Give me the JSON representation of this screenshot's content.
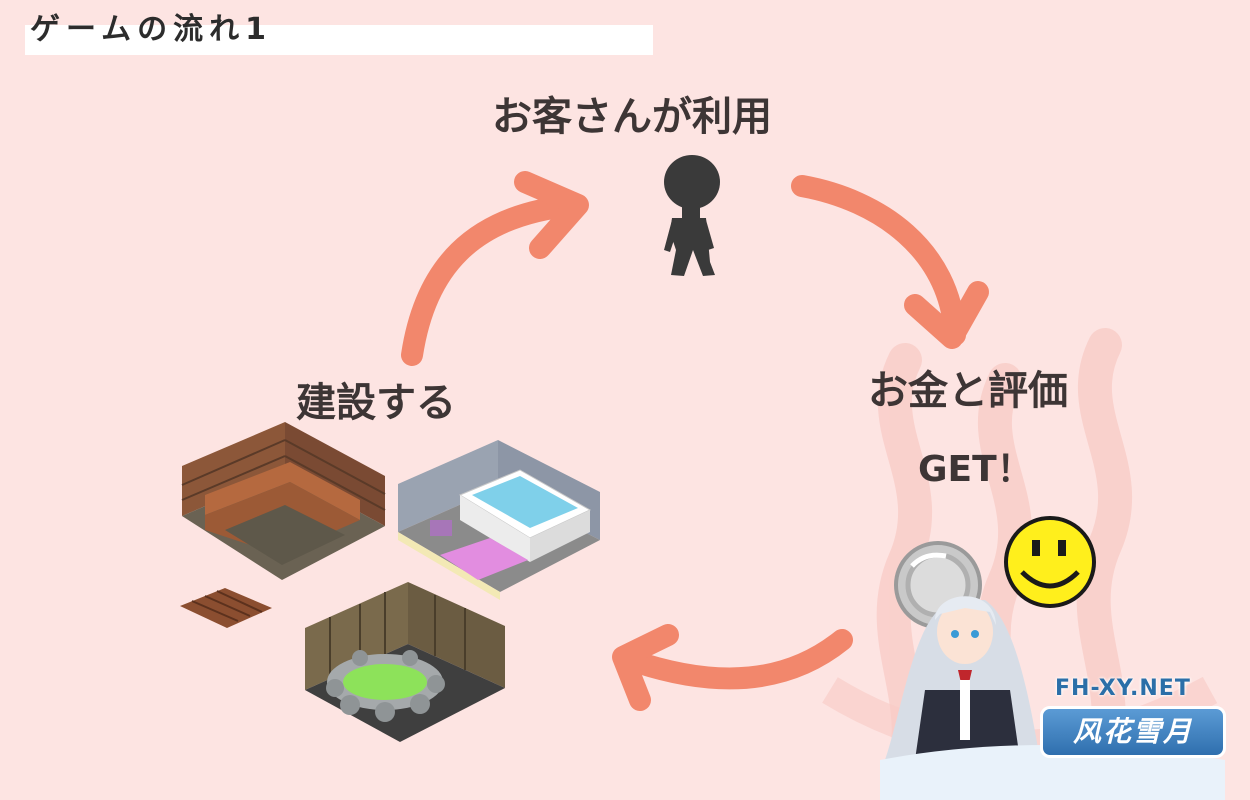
{
  "title": "ゲームの流れ1",
  "steps": {
    "use": "お客さんが利用",
    "money": "お金と評価",
    "get": "GET！",
    "build": "建設する"
  },
  "watermark": {
    "site": "FH-XY.NET",
    "name": "风花雪月"
  },
  "colors": {
    "background": "#fde4e2",
    "arrow": "#f2876c",
    "text": "#3d3535",
    "title_bar": "#ffffff"
  },
  "icons": [
    "person-icon",
    "coin-icon",
    "smiley-icon",
    "sauna-room-icon",
    "bath-room-icon",
    "wood-floor-tile-icon",
    "open-air-bath-icon",
    "anime-girl-mascot"
  ]
}
